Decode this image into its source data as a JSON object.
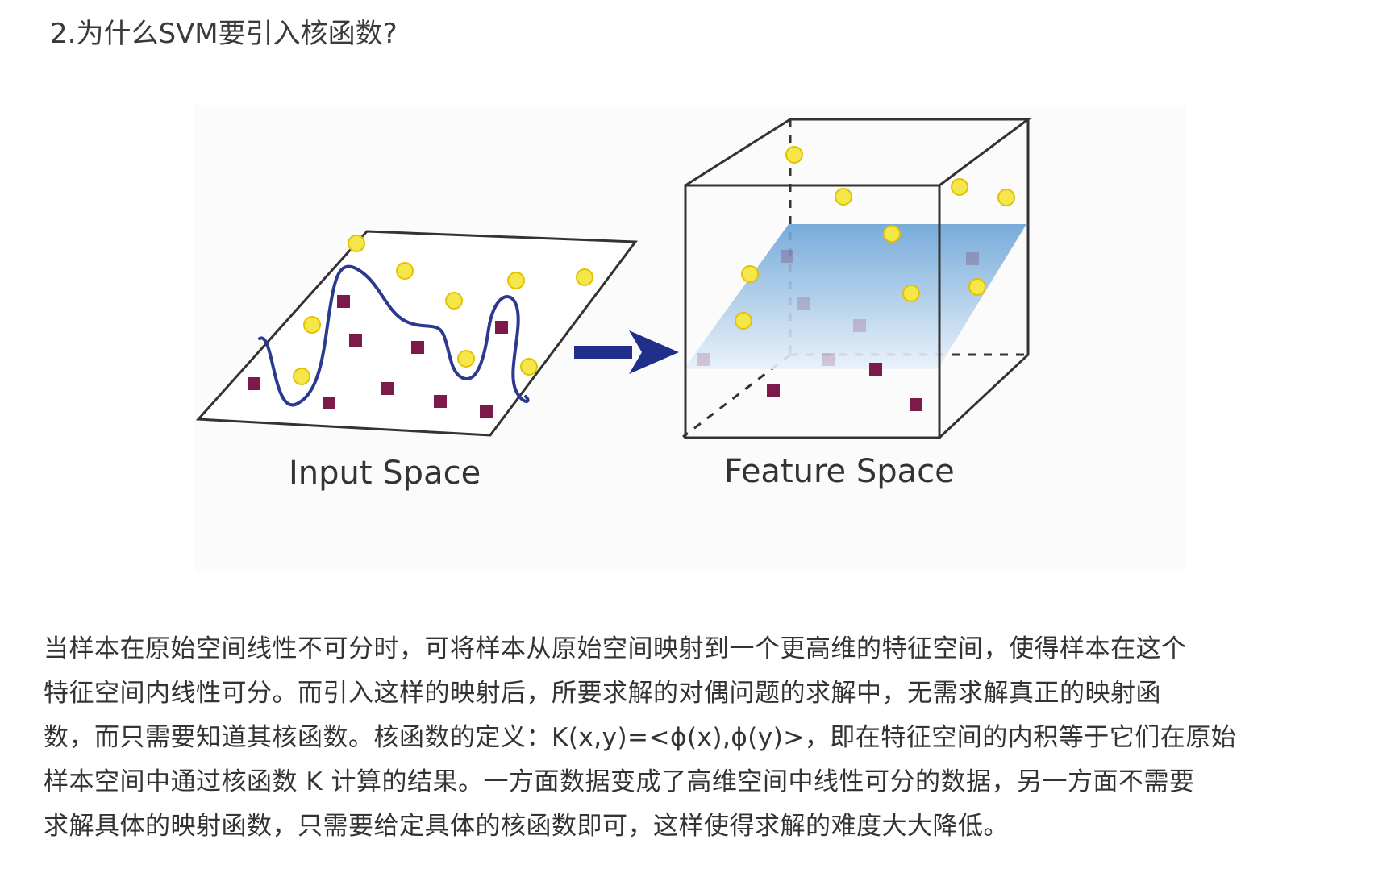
{
  "heading": "2.为什么SVM要引入核函数?",
  "figure": {
    "input_caption": "Input Space",
    "feature_caption": "Feature Space",
    "colors": {
      "yellow_point": "#f5e64a",
      "purple_point": "#7b1a4b",
      "curve": "#2b3990",
      "arrow": "#1f2f8a",
      "plane": "#7fb3df"
    }
  },
  "body": {
    "lines": [
      "当样本在原始空间线性不可分时，可将样本从原始空间映射到一个更高维的特征空间，使得样本在这个",
      "特征空间内线性可分。而引入这样的映射后，所要求解的对偶问题的求解中，无需求解真正的映射函",
      "数，而只需要知道其核函数。核函数的定义：K(x,y)=<ϕ(x),ϕ(y)>，即在特征空间的内积等于它们在原始",
      "样本空间中通过核函数 K 计算的结果。一方面数据变成了高维空间中线性可分的数据，另一方面不需要",
      "求解具体的映射函数，只需要给定具体的核函数即可，这样使得求解的难度大大降低。"
    ]
  }
}
